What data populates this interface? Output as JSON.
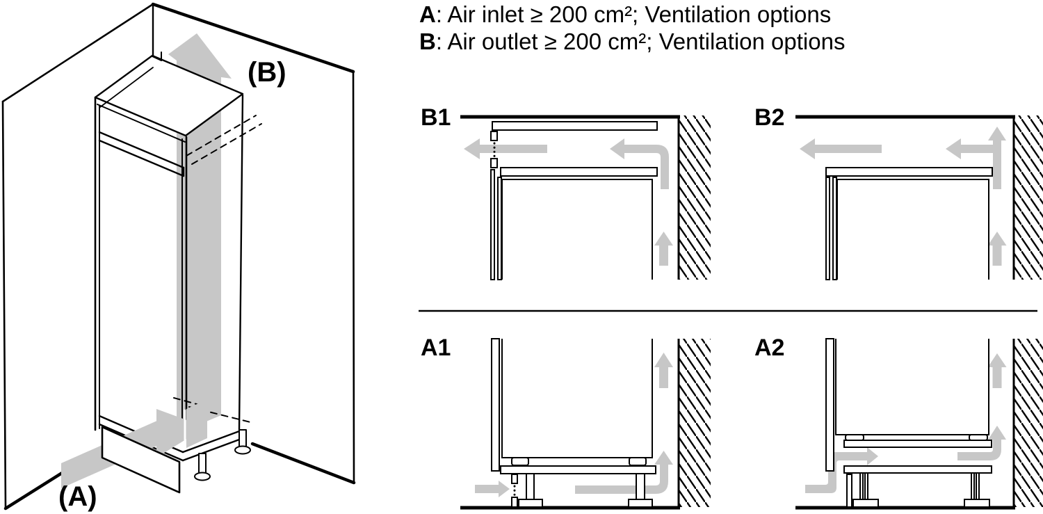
{
  "header": {
    "items": [
      {
        "key": "A",
        "desc": ": Air inlet ≥ 200 cm²; Ventilation options"
      },
      {
        "key": "B",
        "desc": ": Air outlet ≥ 200 cm²; Ventilation options"
      }
    ]
  },
  "panels": {
    "b1": "B1",
    "b2": "B2",
    "a1": "A1",
    "a2": "A2"
  },
  "iso": {
    "top_label": "(B)",
    "bottom_label": "(A)"
  },
  "colors": {
    "arrow_gray": "#c7c7c7",
    "line": "#000000",
    "background": "#ffffff"
  }
}
